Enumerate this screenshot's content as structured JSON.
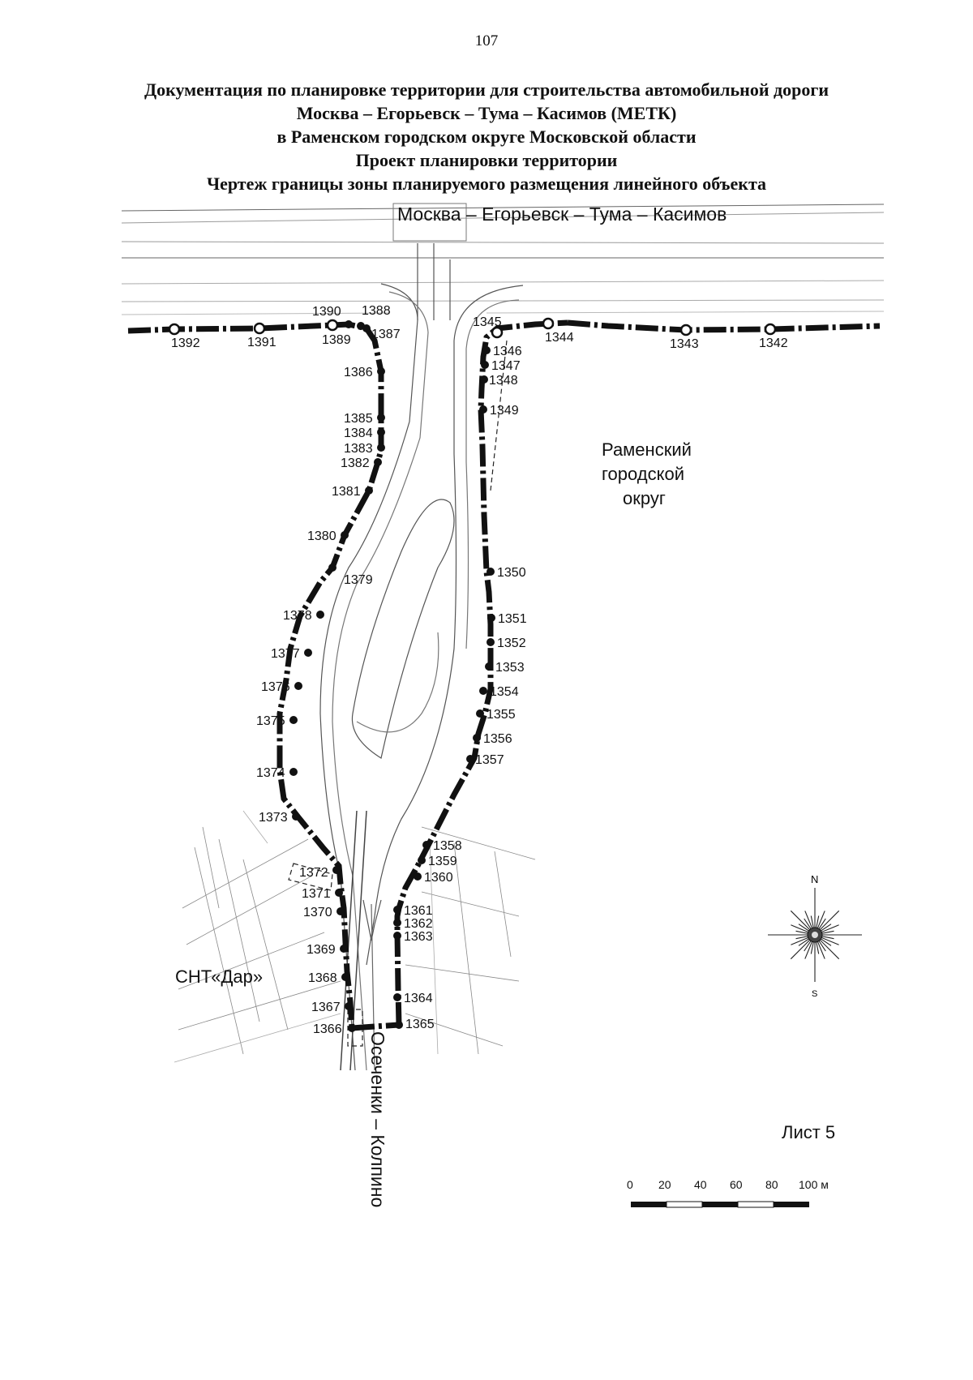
{
  "page_number": "107",
  "title_lines": [
    "Документация по планировке территории для строительства автомобильной дороги",
    "Москва – Егорьевск – Тума – Касимов (МЕТК)",
    "в Раменском городском округе Московской области",
    "Проект планировки территории",
    "Чертеж границы зоны планируемого размещения линейного объекта"
  ],
  "map": {
    "road_label_top": "Москва – Егорьевск – Тума – Касимов",
    "road_label_side": "Осеченки – Колпино",
    "district_lines": [
      "Раменский",
      "городской",
      "округ"
    ],
    "snt_label": "СНТ«Дар»",
    "sheet_label": "Лист 5",
    "compass": {
      "north": "N",
      "south": "S"
    },
    "scale_bar": {
      "labels": [
        "0",
        "20",
        "40",
        "60",
        "80",
        "100 м"
      ]
    },
    "boundary_color": "#111111",
    "boundary_points": {
      "top_left": [
        "1392",
        "1391",
        "1390",
        "1388",
        "1389",
        "1387"
      ],
      "left_branch": [
        "1386",
        "1385",
        "1384",
        "1383",
        "1382",
        "1381",
        "1380",
        "1379",
        "1378",
        "1377",
        "1376",
        "1375",
        "1374",
        "1373",
        "1372",
        "1371",
        "1370",
        "1369",
        "1368",
        "1367",
        "1366"
      ],
      "right_branch": [
        "1365",
        "1364",
        "1363",
        "1362",
        "1361",
        "1360",
        "1359",
        "1358",
        "1357",
        "1356",
        "1355",
        "1354",
        "1353",
        "1352",
        "1351",
        "1350",
        "1349",
        "1348",
        "1347",
        "1346",
        "1345"
      ],
      "top_right": [
        "1344",
        "1343",
        "1342"
      ]
    }
  }
}
